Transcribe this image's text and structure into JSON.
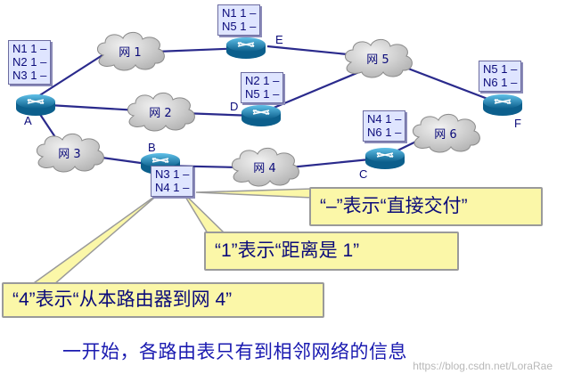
{
  "routers": [
    {
      "id": "A",
      "label": "A",
      "table": [
        {
          "net": "N1",
          "dist": "1",
          "next": "–"
        },
        {
          "net": "N2",
          "dist": "1",
          "next": "–"
        },
        {
          "net": "N3",
          "dist": "1",
          "next": "–"
        }
      ]
    },
    {
      "id": "B",
      "label": "B",
      "table": [
        {
          "net": "N3",
          "dist": "1",
          "next": "–"
        },
        {
          "net": "N4",
          "dist": "1",
          "next": "–"
        }
      ]
    },
    {
      "id": "C",
      "label": "C",
      "table": [
        {
          "net": "N4",
          "dist": "1",
          "next": "–"
        },
        {
          "net": "N6",
          "dist": "1",
          "next": "–"
        }
      ]
    },
    {
      "id": "D",
      "label": "D",
      "table": [
        {
          "net": "N2",
          "dist": "1",
          "next": "–"
        },
        {
          "net": "N5",
          "dist": "1",
          "next": "–"
        }
      ]
    },
    {
      "id": "E",
      "label": "E",
      "table": [
        {
          "net": "N1",
          "dist": "1",
          "next": "–"
        },
        {
          "net": "N5",
          "dist": "1",
          "next": "–"
        }
      ]
    },
    {
      "id": "F",
      "label": "F",
      "table": [
        {
          "net": "N5",
          "dist": "1",
          "next": "–"
        },
        {
          "net": "N6",
          "dist": "1",
          "next": "–"
        }
      ]
    }
  ],
  "networks": [
    {
      "id": "net1",
      "label": "网 1"
    },
    {
      "id": "net2",
      "label": "网 2"
    },
    {
      "id": "net3",
      "label": "网 3"
    },
    {
      "id": "net4",
      "label": "网 4"
    },
    {
      "id": "net5",
      "label": "网 5"
    },
    {
      "id": "net6",
      "label": "网 6"
    }
  ],
  "callouts": {
    "dash": "“–”表示“直接交付”",
    "one": "“1”表示“距离是 1”",
    "four": "“4”表示“从本路由器到网 4”"
  },
  "footer": "一开始，各路由表只有到相邻网络的信息",
  "watermark": "https://blog.csdn.net/LoraRae",
  "colors": {
    "link": "#2a2a8c",
    "router": "#1b86b8",
    "cloud": "#c8c8c8",
    "callout": "#fbf7a8",
    "table": "#dfe5ff",
    "text": "#0b0b7a"
  }
}
